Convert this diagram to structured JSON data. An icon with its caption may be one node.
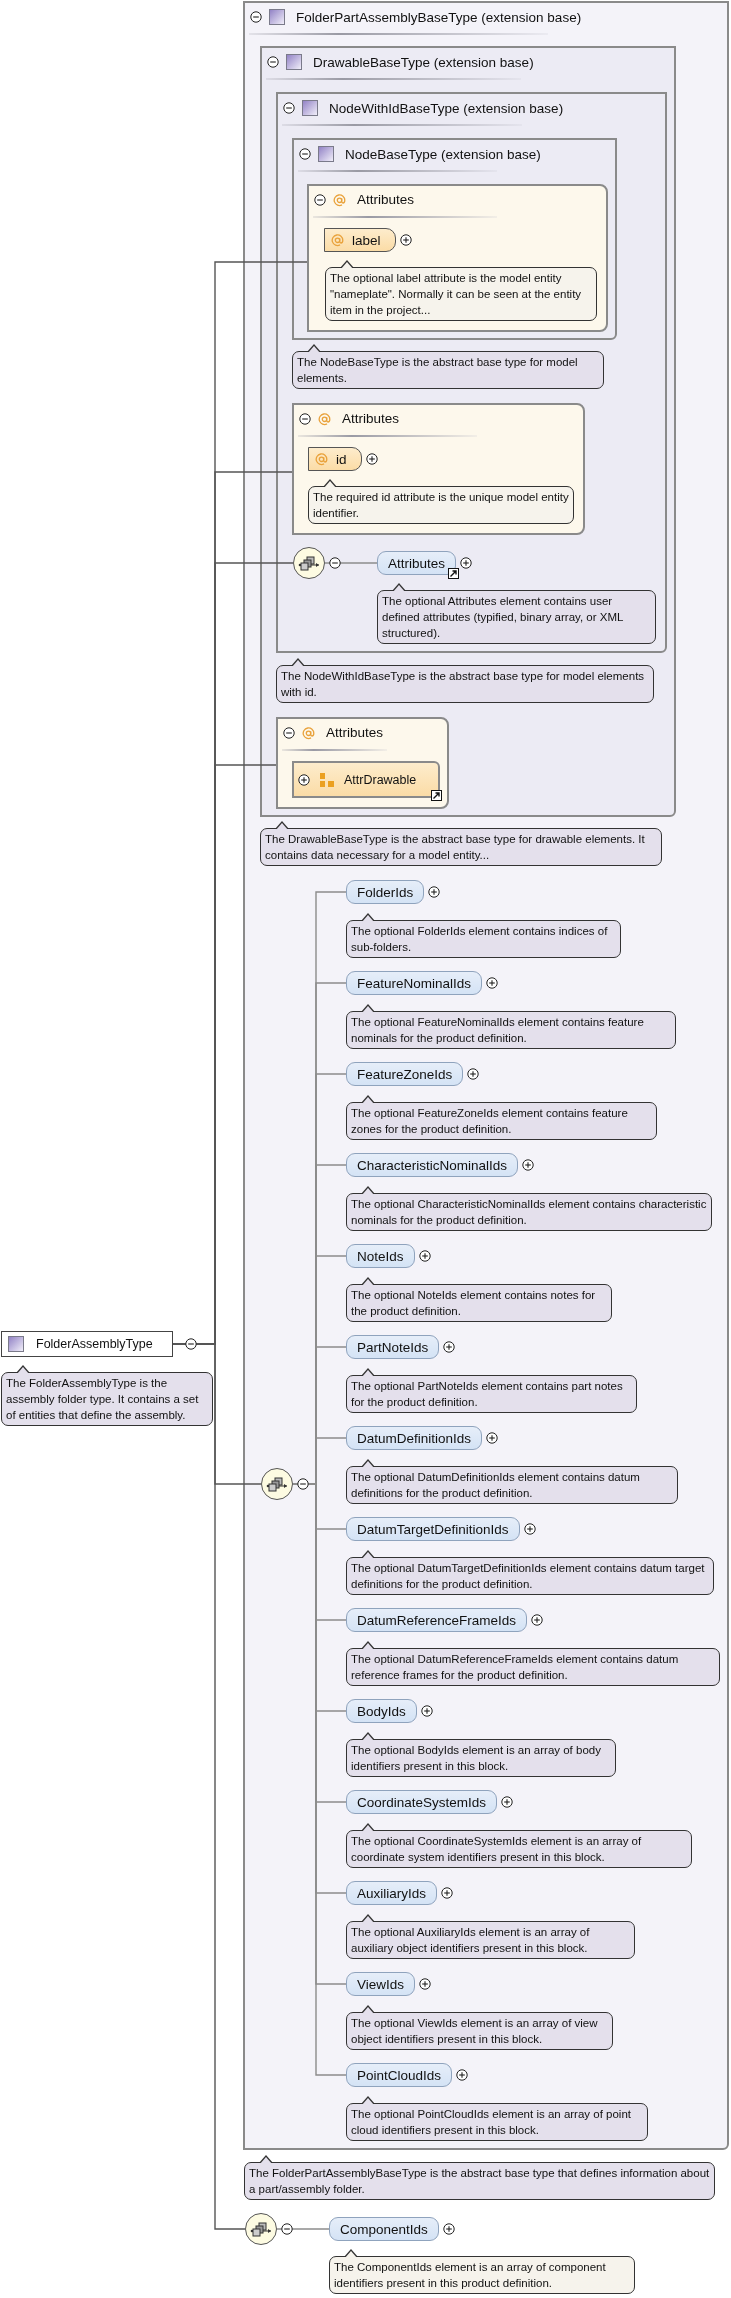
{
  "diagram": {
    "nodes": [
      {
        "text": [
          "FolderAssemblyType"
        ],
        "beside": [
          "The FolderAssemblyType is the assembly folder type. It contains a set of entities that define the assembly."
        ]
      },
      {
        "text": [
          "FolderPartAssemblyBaseType (extension base)"
        ],
        "beside": [
          "The FolderPartAssemblyBaseType is the abstract base type that defines information about a part/assembly folder."
        ]
      },
      {
        "text": [
          "DrawableBaseType (extension base)"
        ],
        "in": 1,
        "beside": [
          "The DrawableBaseType is the abstract base type for drawable elements. It contains data necessary for a model entity..."
        ]
      },
      {
        "text": [
          "NodeWithIdBaseType (extension base)"
        ],
        "in": 2,
        "beside": [
          "The NodeWithIdBaseType is the abstract base type for model elements with id."
        ]
      },
      {
        "text": [
          "NodeBaseType (extension base)"
        ],
        "in": 3,
        "beside": [
          "The NodeBaseType is the abstract base type for model elements."
        ]
      },
      {
        "text": [
          "Attributes"
        ],
        "in": 4
      },
      {
        "text": [
          "label"
        ],
        "in": 5,
        "beside": [
          "The optional label attribute is the model entity \"nameplate\". Normally it can be seen at the entity item in the project..."
        ]
      },
      {
        "text": [
          "Attributes"
        ],
        "in": 3
      },
      {
        "text": [
          "id"
        ],
        "in": 7,
        "beside": [
          "The required id attribute is the unique model entity identifier."
        ]
      },
      {
        "text": [],
        "shape": "circle",
        "in": 3
      },
      {
        "text": [
          "Attributes"
        ],
        "in": 3,
        "beside": [
          "The optional Attributes element contains user defined attributes (typified, binary array, or XML structured)."
        ]
      },
      {
        "text": [
          "Attributes"
        ],
        "in": 2
      },
      {
        "text": [
          "AttrDrawable"
        ],
        "in": 11
      },
      {
        "text": [],
        "shape": "circle",
        "in": 1
      },
      {
        "text": [
          "FolderIds"
        ],
        "in": 1,
        "beside": [
          "The optional FolderIds element contains indices of sub-folders."
        ]
      },
      {
        "text": [
          "FeatureNominalIds"
        ],
        "in": 1,
        "beside": [
          "The optional FeatureNominalIds element contains feature nominals for the product definition."
        ]
      },
      {
        "text": [
          "FeatureZoneIds"
        ],
        "in": 1,
        "beside": [
          "The optional FeatureZoneIds element contains feature zones for the product definition."
        ]
      },
      {
        "text": [
          "CharacteristicNominalIds"
        ],
        "in": 1,
        "beside": [
          "The optional CharacteristicNominalIds element contains characteristic nominals for the product definition."
        ]
      },
      {
        "text": [
          "NoteIds"
        ],
        "in": 1,
        "beside": [
          "The optional NoteIds element contains notes for the product definition."
        ]
      },
      {
        "text": [
          "PartNoteIds"
        ],
        "in": 1,
        "beside": [
          "The optional PartNoteIds element contains part notes for the product definition."
        ]
      },
      {
        "text": [
          "DatumDefinitionIds"
        ],
        "in": 1,
        "beside": [
          "The optional DatumDefinitionIds element contains datum definitions for the product definition."
        ]
      },
      {
        "text": [
          "DatumTargetDefinitionIds"
        ],
        "in": 1,
        "beside": [
          "The optional DatumTargetDefinitionIds element contains datum target definitions for the product definition."
        ]
      },
      {
        "text": [
          "DatumReferenceFrameIds"
        ],
        "in": 1,
        "beside": [
          "The optional DatumReferenceFrameIds element contains datum reference frames for the product definition."
        ]
      },
      {
        "text": [
          "BodyIds"
        ],
        "in": 1,
        "beside": [
          "The optional BodyIds element is an array of body identifiers present in this block."
        ]
      },
      {
        "text": [
          "CoordinateSystemIds"
        ],
        "in": 1,
        "beside": [
          "The optional CoordinateSystemIds element is an array of coordinate system identifiers present in this block."
        ]
      },
      {
        "text": [
          "AuxiliaryIds"
        ],
        "in": 1,
        "beside": [
          "The optional AuxiliaryIds element is an array of auxiliary object identifiers present in this block."
        ]
      },
      {
        "text": [
          "ViewIds"
        ],
        "in": 1,
        "beside": [
          "The optional ViewIds element is an array of view object identifiers present in this block."
        ]
      },
      {
        "text": [
          "PointCloudIds"
        ],
        "in": 1,
        "beside": [
          "The optional PointCloudIds element is an array of point cloud identifiers present in this block."
        ]
      },
      {
        "text": [],
        "shape": "circle"
      },
      {
        "text": [
          "ComponentIds"
        ],
        "beside": [
          "The ComponentIds element is an array of component identifiers present in this product definition."
        ]
      }
    ],
    "edges": [
      {
        "from": 0,
        "to": 5,
        "arrow": "none",
        "color": "#555555"
      },
      {
        "from": 0,
        "to": 7,
        "arrow": "none",
        "color": "#555555"
      },
      {
        "from": 0,
        "to": 9,
        "arrow": "none",
        "color": "#555555"
      },
      {
        "from": 0,
        "to": 11,
        "arrow": "none",
        "color": "#555555"
      },
      {
        "from": 0,
        "to": 13,
        "arrow": "none",
        "color": "#555555"
      },
      {
        "from": 0,
        "to": 28,
        "arrow": "none",
        "color": "#555555"
      },
      {
        "from": 9,
        "to": 10,
        "arrow": "none"
      },
      {
        "from": 13,
        "to": 14,
        "arrow": "none"
      },
      {
        "from": 13,
        "to": 15,
        "arrow": "none"
      },
      {
        "from": 13,
        "to": 16,
        "arrow": "none"
      },
      {
        "from": 13,
        "to": 17,
        "arrow": "none"
      },
      {
        "from": 13,
        "to": 18,
        "arrow": "none"
      },
      {
        "from": 13,
        "to": 19,
        "arrow": "none"
      },
      {
        "from": 13,
        "to": 20,
        "arrow": "none"
      },
      {
        "from": 13,
        "to": 21,
        "arrow": "none"
      },
      {
        "from": 13,
        "to": 22,
        "arrow": "none"
      },
      {
        "from": 13,
        "to": 23,
        "arrow": "none"
      },
      {
        "from": 13,
        "to": 24,
        "arrow": "none"
      },
      {
        "from": 13,
        "to": 25,
        "arrow": "none"
      },
      {
        "from": 13,
        "to": 26,
        "arrow": "none"
      },
      {
        "from": 13,
        "to": 27,
        "arrow": "none"
      },
      {
        "from": 28,
        "to": 29,
        "arrow": "none"
      }
    ]
  }
}
